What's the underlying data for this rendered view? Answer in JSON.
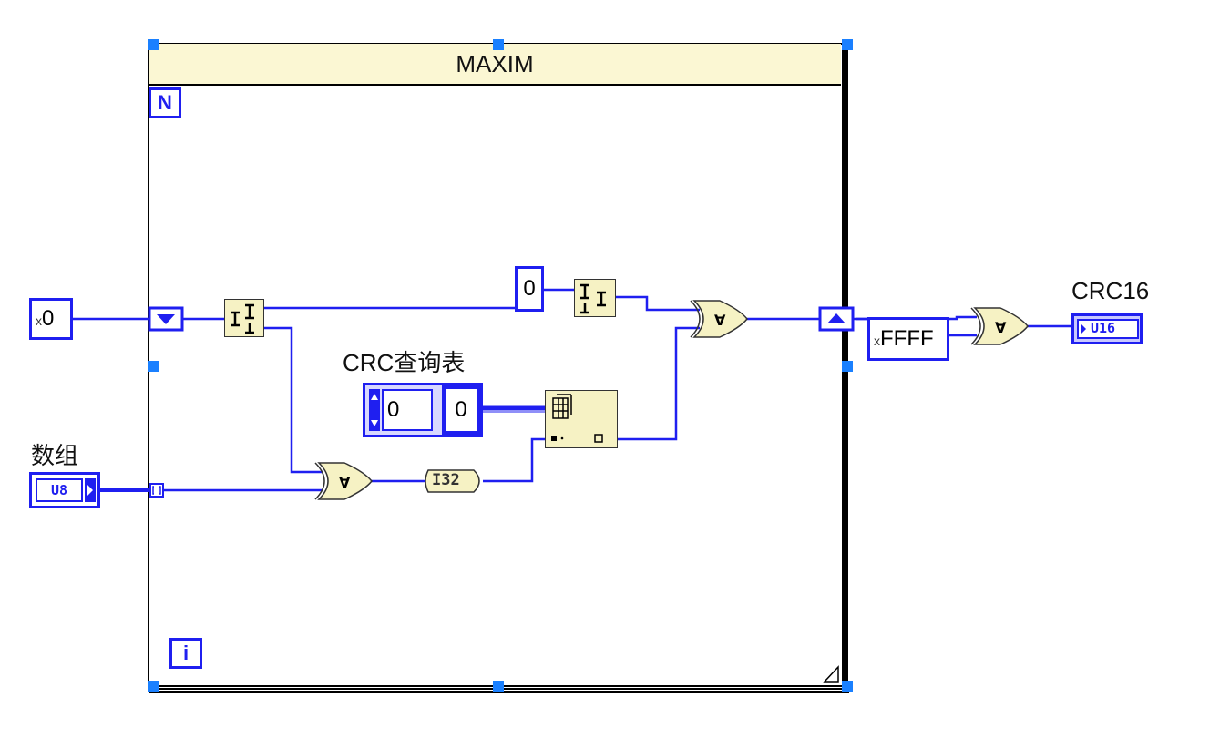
{
  "frame": {
    "title": "MAXIM",
    "count_terminal": "N",
    "iteration_terminal": "i"
  },
  "controls": {
    "initial_const": "0",
    "initial_radix": "x",
    "array_label": "数组",
    "array_type": "U8",
    "lookup_label": "CRC查询表",
    "lookup_index": "0",
    "lookup_value": "0",
    "shift_const": "0"
  },
  "nodes": {
    "convert_i32": "I32"
  },
  "output": {
    "xor_const": "FFFF",
    "xor_radix": "x",
    "crc_label": "CRC16",
    "crc_type": "U16"
  },
  "colors": {
    "wire": "#1f1ff0",
    "handle": "#1a80ff",
    "node_fill": "#f6f2c4"
  }
}
